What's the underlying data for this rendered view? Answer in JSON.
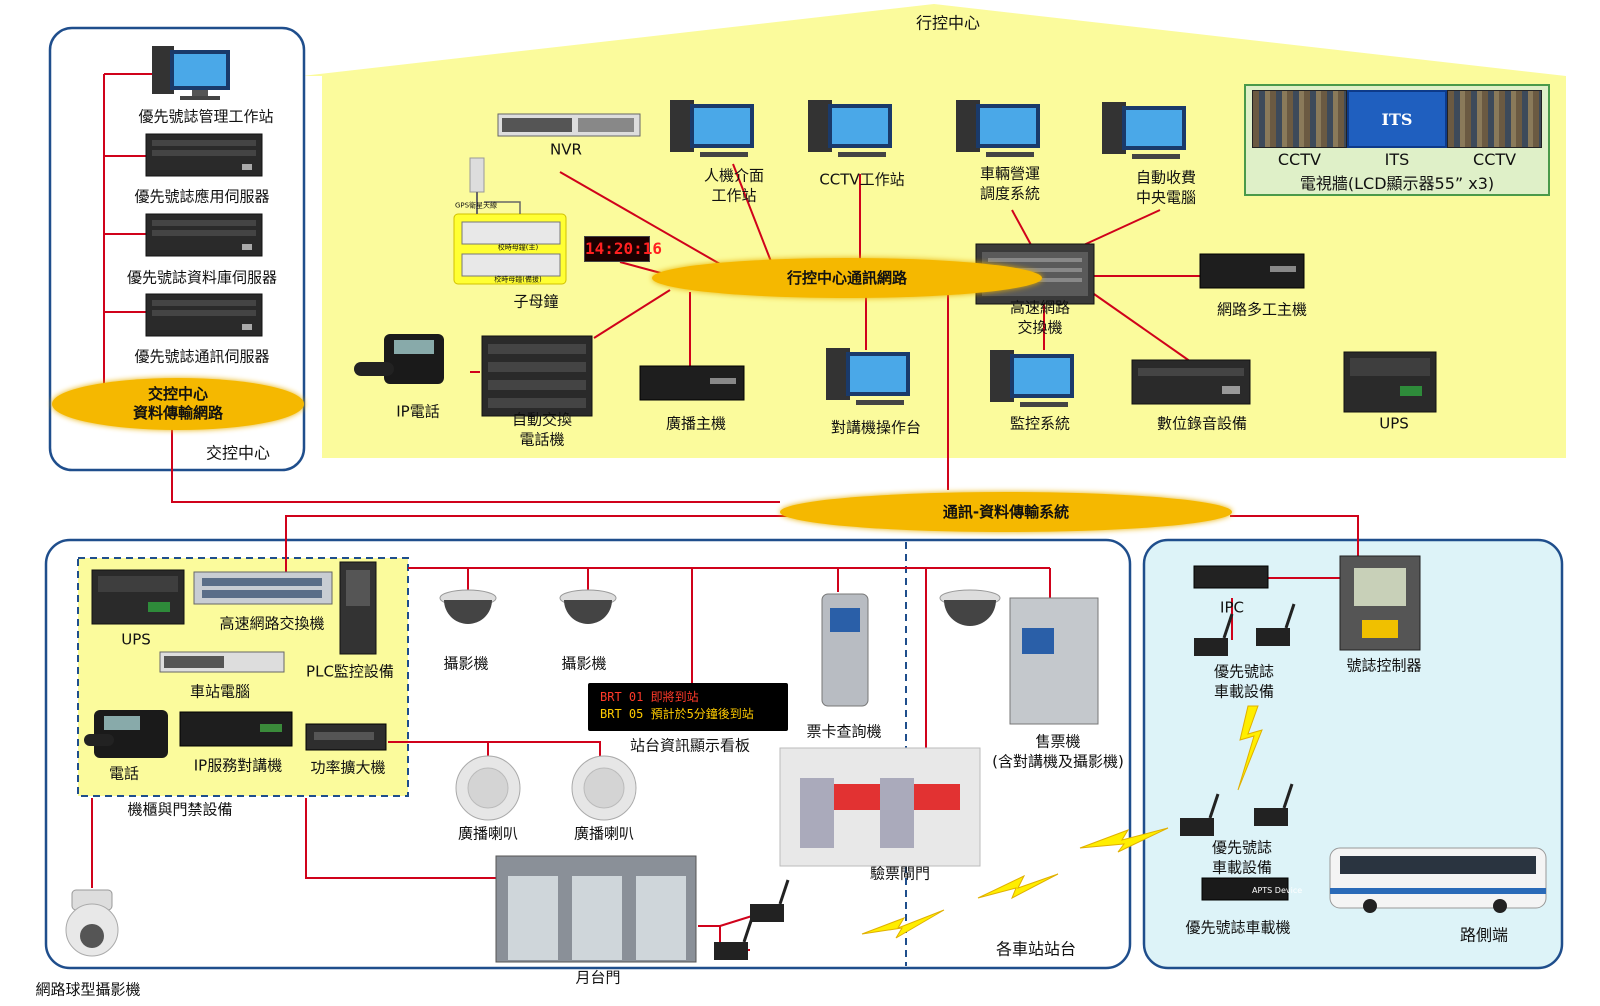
{
  "colors": {
    "control_area_bg": "#fbfb9c",
    "station_area_bg": "#ffffff",
    "roadside_area_bg": "#ddf3f8",
    "network_ellipse": "#f5b800",
    "link_line": "#d0021b",
    "frame_border": "#1f4e8c"
  },
  "areas": {
    "control_center": "行控中心",
    "traffic_center": "交控中心",
    "stations": "各車站站台",
    "roadside": "路側端"
  },
  "networks": {
    "control_center_network": "行控中心通訊網路",
    "traffic_center_network": "交控中心\n資料傳輸網路",
    "backbone": "通訊-資料傳輸系統"
  },
  "traffic_center": {
    "items": [
      {
        "label": "優先號誌管理工作站",
        "icon": "workstation-icon"
      },
      {
        "label": "優先號誌應用伺服器",
        "icon": "server-icon"
      },
      {
        "label": "優先號誌資料庫伺服器",
        "icon": "server-icon"
      },
      {
        "label": "優先號誌通訊伺服器",
        "icon": "server-icon"
      }
    ]
  },
  "control_center": {
    "nvr": "NVR",
    "hmi": "人機介面\n工作站",
    "cctv_ws": "CCTV工作站",
    "dispatch": "車輛營運\n調度系統",
    "fare_central": "自動收費\n中央電腦",
    "tv_wall": {
      "screen_its": "ITS",
      "left_caption": "CCTV",
      "mid_caption": "ITS",
      "right_caption": "CCTV",
      "caption": "電視牆(LCD顯示器55” x3)"
    },
    "gps_antenna": "GPS衛星天線",
    "master_clock_a": "校時母鐘(主)",
    "master_clock_b": "校時母鐘(備援)",
    "clock_display": "14:20:16",
    "slave_clock": "子母鐘",
    "core_switch": "高速網路\n交換機",
    "mux": "網路多工主機",
    "ip_phone": "IP電話",
    "pabx": "自動交換\n電話機",
    "pa_host": "廣播主機",
    "intercom_console": "對講機操作台",
    "monitoring": "監控系統",
    "recorder": "數位錄音設備",
    "ups": "UPS"
  },
  "station": {
    "cabinet_title": "機櫃與門禁設備",
    "ups": "UPS",
    "switch": "高速網路交換機",
    "plc": "PLC監控設備",
    "station_pc": "車站電腦",
    "phone": "電話",
    "ip_intercom": "IP服務對講機",
    "amplifier": "功率擴大機",
    "camera1": "攝影機",
    "camera2": "攝影機",
    "board_line1": "BRT 01 即將到站",
    "board_line2": "BRT 05 預計於5分鐘後到站",
    "board_caption": "站台資訊顯示看板",
    "card_kiosk": "票卡查詢機",
    "ticket_machine": "售票機\n(含對講機及攝影機)",
    "speaker1": "廣播喇叭",
    "speaker2": "廣播喇叭",
    "gates": "驗票閘門",
    "platform_doors": "月台門",
    "ptz_camera": "網路球型攝影機"
  },
  "roadside": {
    "ipc": "IPC",
    "signal_controller": "號誌控制器",
    "obu_top": "優先號誌\n車載設備",
    "obu_bottom": "優先號誌\n車載設備",
    "obu_unit": "優先號誌車載機",
    "obu_unit_text": "APTS Device"
  }
}
